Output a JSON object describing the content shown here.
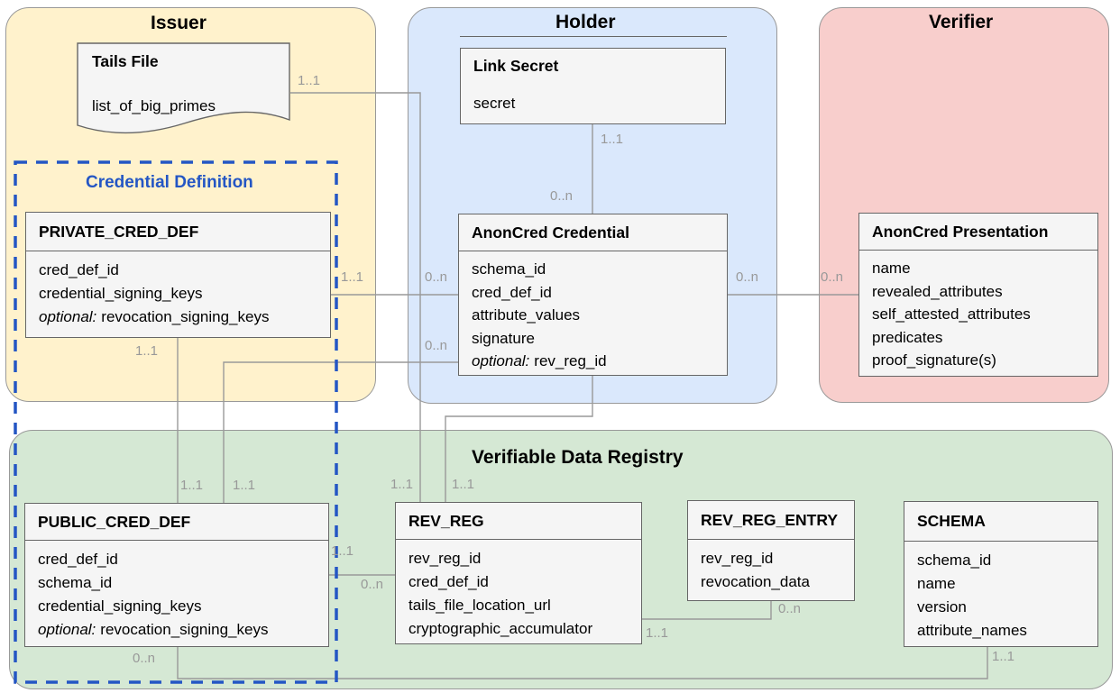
{
  "regions": {
    "issuer": {
      "title": "Issuer"
    },
    "holder": {
      "title": "Holder"
    },
    "verifier": {
      "title": "Verifier"
    },
    "registry": {
      "title": "Verifiable Data Registry"
    }
  },
  "credential_definition": {
    "label": "Credential Definition"
  },
  "entities": {
    "tails_file": {
      "title": "Tails File",
      "attrs": [
        {
          "prefix": "",
          "text": "list_of_big_primes"
        }
      ]
    },
    "private_cred_def": {
      "title": "PRIVATE_CRED_DEF",
      "attrs": [
        {
          "prefix": "",
          "text": "cred_def_id"
        },
        {
          "prefix": "",
          "text": "credential_signing_keys"
        },
        {
          "prefix": "optional:",
          "text": "revocation_signing_keys"
        }
      ]
    },
    "link_secret": {
      "title": "Link Secret",
      "attrs": [
        {
          "prefix": "",
          "text": "secret"
        }
      ]
    },
    "anoncred_credential": {
      "title": "AnonCred Credential",
      "attrs": [
        {
          "prefix": "",
          "text": "schema_id"
        },
        {
          "prefix": "",
          "text": "cred_def_id"
        },
        {
          "prefix": "",
          "text": "attribute_values"
        },
        {
          "prefix": "",
          "text": "signature"
        },
        {
          "prefix": "optional:",
          "text": "rev_reg_id"
        }
      ]
    },
    "anoncred_presentation": {
      "title": "AnonCred Presentation",
      "attrs": [
        {
          "prefix": "",
          "text": "name"
        },
        {
          "prefix": "",
          "text": "revealed_attributes"
        },
        {
          "prefix": "",
          "text": "self_attested_attributes"
        },
        {
          "prefix": "",
          "text": "predicates"
        },
        {
          "prefix": "",
          "text": "proof_signature(s)"
        }
      ]
    },
    "public_cred_def": {
      "title": "PUBLIC_CRED_DEF",
      "attrs": [
        {
          "prefix": "",
          "text": "cred_def_id"
        },
        {
          "prefix": "",
          "text": "schema_id"
        },
        {
          "prefix": "",
          "text": "credential_signing_keys"
        },
        {
          "prefix": "optional:",
          "text": "revocation_signing_keys"
        }
      ]
    },
    "rev_reg": {
      "title": "REV_REG",
      "attrs": [
        {
          "prefix": "",
          "text": "rev_reg_id"
        },
        {
          "prefix": "",
          "text": "cred_def_id"
        },
        {
          "prefix": "",
          "text": "tails_file_location_url"
        },
        {
          "prefix": "",
          "text": "cryptographic_accumulator"
        }
      ]
    },
    "rev_reg_entry": {
      "title": "REV_REG_ENTRY",
      "attrs": [
        {
          "prefix": "",
          "text": "rev_reg_id"
        },
        {
          "prefix": "",
          "text": "revocation_data"
        }
      ]
    },
    "schema": {
      "title": "SCHEMA",
      "attrs": [
        {
          "prefix": "",
          "text": "schema_id"
        },
        {
          "prefix": "",
          "text": "name"
        },
        {
          "prefix": "",
          "text": "version"
        },
        {
          "prefix": "",
          "text": "attribute_names"
        }
      ]
    }
  },
  "cardinalities": [
    {
      "text": "1..1"
    },
    {
      "text": "1..1"
    },
    {
      "text": "1..1"
    },
    {
      "text": "1..1"
    },
    {
      "text": "0..n"
    },
    {
      "text": "1..1"
    },
    {
      "text": "0..n"
    },
    {
      "text": "0..n"
    },
    {
      "text": "0..n"
    },
    {
      "text": "0..n"
    },
    {
      "text": "1..1"
    },
    {
      "text": "1..1"
    },
    {
      "text": "1..1"
    },
    {
      "text": "1..1"
    },
    {
      "text": "0..n"
    },
    {
      "text": "0..n"
    },
    {
      "text": "1..1"
    },
    {
      "text": "0..n"
    },
    {
      "text": "1..1"
    }
  ],
  "colors": {
    "issuer_fill": "#FFF2CC",
    "holder_fill": "#DAE8FC",
    "verifier_fill": "#F8CECC",
    "registry_fill": "#D5E8D4",
    "entity_fill": "#F5F5F5",
    "entity_border": "#666666",
    "region_border": "#999999",
    "connector": "#999999",
    "cardinality_text": "#999999",
    "credential_definition_accent": "#2456C4"
  }
}
